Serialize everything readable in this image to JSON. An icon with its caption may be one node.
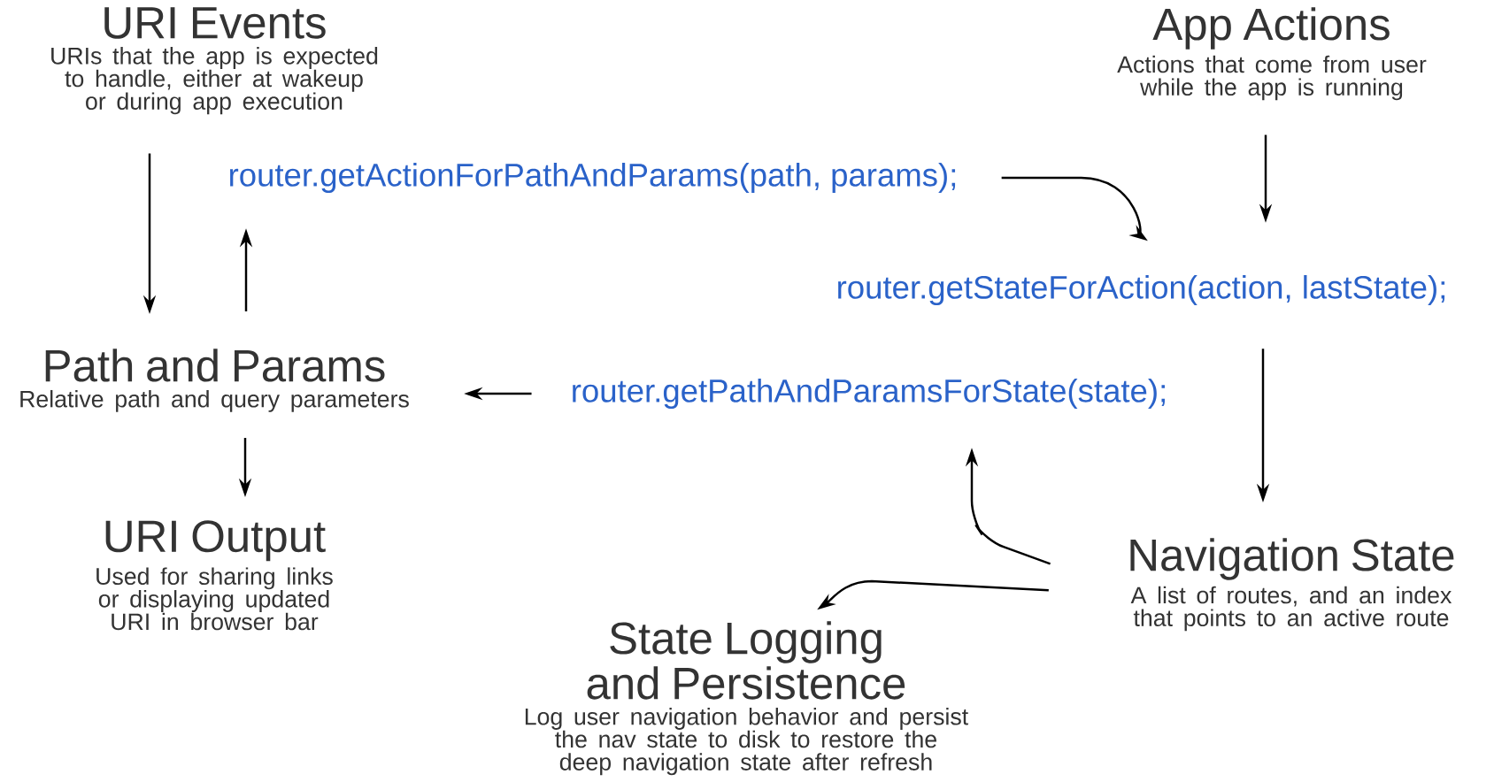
{
  "diagram": {
    "nodes": [
      {
        "text": [
          "URI Events",
          "URIs that the app is expected to handle, either at wakeup or during app execution"
        ]
      },
      {
        "text": [
          "App Actions",
          "Actions that come from user while the app is running"
        ]
      },
      {
        "text": [
          "router.getActionForPathAndParams(path, params);"
        ]
      },
      {
        "text": [
          "router.getStateForAction(action, lastState);"
        ]
      },
      {
        "text": [
          "Path and Params",
          "Relative path and query parameters"
        ]
      },
      {
        "text": [
          "router.getPathAndParamsForState(state);"
        ]
      },
      {
        "text": [
          "URI Output",
          "Used for sharing links or displaying updated URI in browser bar"
        ]
      },
      {
        "text": [
          "Navigation State",
          "A list of routes, and an index that points to an active route"
        ]
      },
      {
        "text": [
          "State Logging and Persistence",
          "Log user navigation behavior and persist the nav state to disk to restore the deep navigation state after refresh"
        ]
      }
    ],
    "edges": [
      {
        "from": 0,
        "to": 4,
        "arrow": "to"
      },
      {
        "from": 4,
        "to": 2,
        "arrow": "to"
      },
      {
        "from": 2,
        "to": 3,
        "arrow": "to"
      },
      {
        "from": 1,
        "to": 3,
        "arrow": "to"
      },
      {
        "from": 3,
        "to": 7,
        "arrow": "to"
      },
      {
        "from": 7,
        "to": 5,
        "arrow": "to"
      },
      {
        "from": 5,
        "to": 4,
        "arrow": "to"
      },
      {
        "from": 4,
        "to": 6,
        "arrow": "to"
      },
      {
        "from": 7,
        "to": 8,
        "arrow": "to"
      }
    ]
  }
}
